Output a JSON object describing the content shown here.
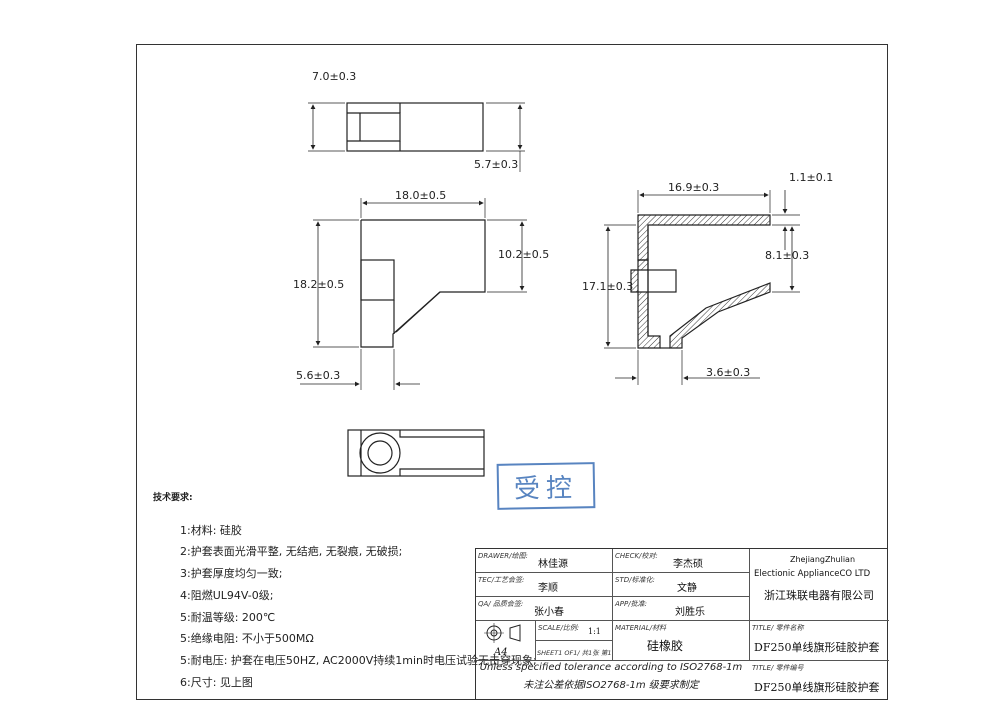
{
  "dimensions": {
    "top_width": "7.0±0.3",
    "top_height": "5.7±0.3",
    "front_width": "18.0±0.5",
    "front_height": "18.2±0.5",
    "front_right_height": "10.2±0.5",
    "front_bottom_width": "5.6±0.3",
    "section_width": "16.9±0.3",
    "section_wall": "1.1±0.1",
    "section_height": "17.1±0.3",
    "section_bore": "8.1±0.3",
    "section_bottom": "3.6±0.3"
  },
  "notes": {
    "title": "技术要求:",
    "items": [
      "1:材料: 硅胶",
      "2:护套表面光滑平整, 无结疤, 无裂痕, 无破损;",
      "3:护套厚度均匀一致;",
      "4:阻燃UL94V-0级;",
      "5:耐温等级: 200℃",
      "5:绝缘电阻: 不小于500MΩ",
      "5:耐电压: 护套在电压50HZ, AC2000V持续1min时电压试验无击穿现象;",
      "6:尺寸: 见上图"
    ]
  },
  "stamp": "受控",
  "title_block": {
    "drawer_label": "DRAWER/绘图:",
    "drawer": "林佳源",
    "check_label": "CHECK/校对:",
    "check": "李杰硕",
    "tec_label": "TEC/工艺会签:",
    "tec": "李顺",
    "std_label": "STD/标准化:",
    "std": "文静",
    "qa_label": "QA/ 品质会签:",
    "qa": "张小春",
    "app_label": "APP/批准:",
    "app": "刘胜乐",
    "scale_label": "SCALE/比例:",
    "scale": "1:1",
    "material_label": "MATERIAL/材料",
    "material": "硅橡胶",
    "paper": "A4",
    "sheet": "SHEET1 OF1/ 共1张 第1张",
    "company_line1": "ZhejiangZhulian",
    "company_line2": "Electionic ApplianceCO LTD",
    "company_cn": "浙江珠联电器有限公司",
    "title_label": "TITLE/ 零件名称",
    "title": "DF250单线旗形硅胶护套",
    "number_label": "TITLE/ 零件编号",
    "number": "DF250单线旗形硅胶护套",
    "tolerance_en": "Unless specified tolerance according to ISO2768-1m",
    "tolerance_cn": "未注公差依据ISO2768-1m 级要求制定"
  }
}
